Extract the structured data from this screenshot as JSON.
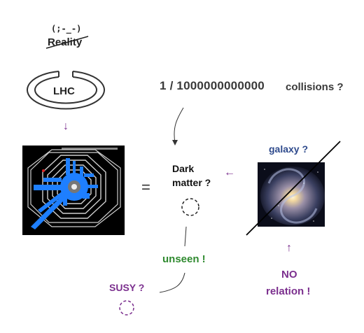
{
  "reality": {
    "emoticon": "(;-_-)",
    "label": "Reality"
  },
  "lhc": {
    "label": "LHC"
  },
  "arrows": {
    "down": "↓",
    "left": "←",
    "up": "↑"
  },
  "equals": "=",
  "collisions": {
    "ratio": "1 / 1000000000000",
    "label": "collisions ?"
  },
  "dark_matter": {
    "line1": "Dark",
    "line2": "matter ?"
  },
  "galaxy": {
    "label": "galaxy ?"
  },
  "no_relation": {
    "line1": "NO",
    "line2": "relation !"
  },
  "unseen": {
    "label": "unseen !"
  },
  "susy": {
    "label": "SUSY ?"
  },
  "colors": {
    "purple": "#7b2f8e",
    "green": "#2f8a2f",
    "navy": "#2e4a8c",
    "detector_blue": "#1e7fff"
  }
}
